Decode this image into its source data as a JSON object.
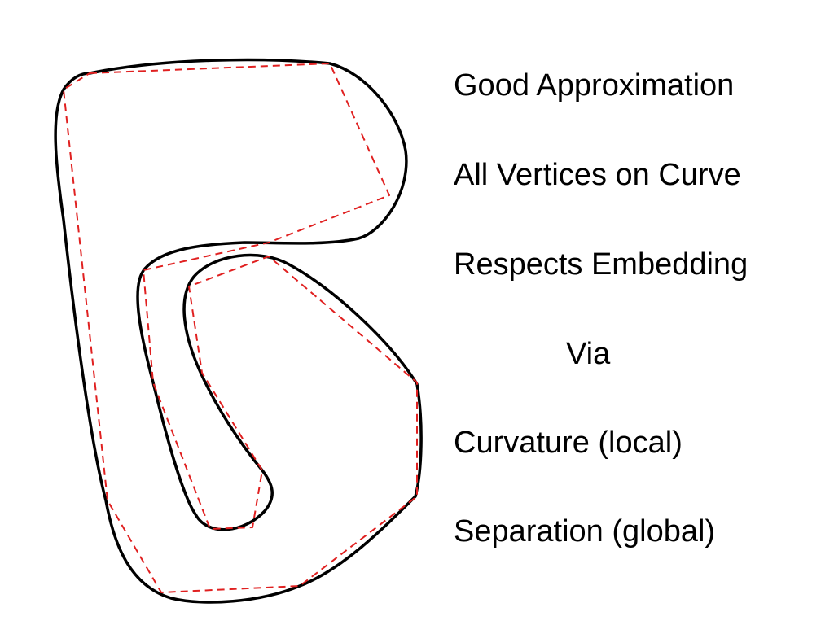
{
  "captions": {
    "line1": "Good Approximation",
    "line2": "All Vertices on Curve",
    "line3": "Respects Embedding",
    "line4": "Via",
    "line5": "Curvature (local)",
    "line6": "Separation (global)"
  },
  "colors": {
    "curve": "#000000",
    "approximation": "#e02020",
    "background": "#ffffff"
  }
}
